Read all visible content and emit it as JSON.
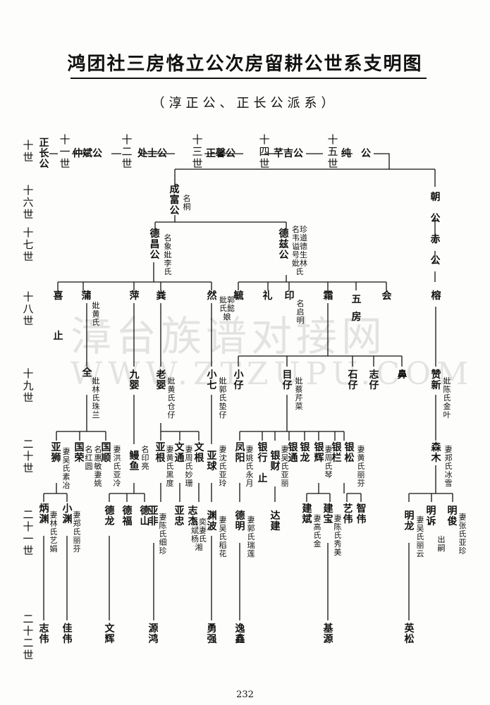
{
  "title": "鸿团社三房恪立公次房留耕公世系支明图",
  "subtitle": "（淳正公、正长公派系）",
  "page_number": "232",
  "watermark": {
    "cn": "漳台族谱对接网",
    "en": "WWW.ZTZUPU.COM"
  },
  "generations": [
    "十世",
    "十六世",
    "十七世",
    "十八世",
    "十九世",
    "二十世",
    "二十一世",
    "二十二世"
  ],
  "top": {
    "g10_name": "正长公",
    "g11": "十一世",
    "g11_name": "仲斌公",
    "g12": "十二世",
    "g12_name": "处士公",
    "g13": "十三世",
    "g13_name": "正馨公",
    "g14": "十四世",
    "g14_name": "芊吉公",
    "g15": "十五世",
    "g15_name": "纯　公"
  },
  "g16": {
    "a": "成富公",
    "a_note": "名桐",
    "b": "朝公赤公"
  },
  "g17": {
    "a": "德昌公",
    "a_note": "名象妣李氏",
    "b": "德兹公",
    "b_note": "名珍韦道谥德号生妣林氏"
  },
  "g18": {
    "a": "喜",
    "a_mark": "止",
    "b": "蒲",
    "b_note": "妣黄氏",
    "c": "萍",
    "d": "粪",
    "e": "然",
    "e_note": "妣郭氏懿娘",
    "f": "毓",
    "g": "礼",
    "h": "印",
    "h_note": "名启明",
    "i": "霜",
    "j": "五房",
    "k": "会",
    "l": "榕"
  },
  "g19": {
    "a": "全",
    "a_note": "妣林氏珠兰",
    "b": "九婴",
    "c": "老婴",
    "c_note": "妣黄氏仓仔",
    "d": "小七",
    "d_note": "妣郭氏垫仔",
    "e": "小仔",
    "f": "目仔",
    "f_note": "妣蔡芹菜",
    "g": "石仔",
    "h": "志仔",
    "i": "鼻",
    "j": "赞新",
    "j_note": "妣陈氏金叶"
  },
  "g20": {
    "a": "亚狮",
    "a_note": "妻吴氏素冶",
    "b": "国荣",
    "b_note": "名红圆",
    "c": "国顺",
    "c_note": "名惠敏妻姚",
    "c2_note": "妻洪氏亚冷",
    "d": "鳗鱼",
    "d_note": "名印亮",
    "e": "亚根",
    "e_note": "妻黄氏黑度",
    "f": "文通",
    "f_note": "妻周氏妙珊",
    "g": "文根",
    "h": "亚球",
    "h_note": "妻沈氏亚玲",
    "i": "凤阳",
    "i_note": "妻姚氏永月",
    "j": "银行",
    "j_mark": "止",
    "k": "银财",
    "k_note": "妻吴氏亚丽",
    "l": "银通",
    "m": "银龙",
    "n": "银辉",
    "n_note": "妻周氏琴",
    "o": "银栏",
    "p": "银松",
    "p_note": "妻黄氏丽芬",
    "q": "森木",
    "q_note": "妻郑氏冰雪"
  },
  "g21": {
    "a": "炳渊",
    "a_note": "妻林氏艺娟",
    "b": "小渊",
    "b_note": "妻郑氏丽芬",
    "c": "德龙",
    "d": "德福",
    "e": "德山",
    "f": "亚非",
    "f_note": "妻陈氏细珍",
    "g": "亚忠",
    "h": "志杰",
    "h_note": "名奕斌妻杨氏湘",
    "i": "渊波",
    "i_note": "妻吴氏稻花",
    "j": "德明",
    "j_note": "妻郭氏瑞莲",
    "k": "达建",
    "l": "建斌",
    "l_note": "妻高氏金",
    "m": "建宝",
    "m_note": "妻陈氏秀美",
    "n": "艺伟",
    "o": "智伟",
    "p": "明龙",
    "p_note": "妻吴氏丽云",
    "q": "明诉",
    "q_note": "出嗣",
    "r": "明俊",
    "r_note": "妻张氏亚珍"
  },
  "g22": {
    "a": "志伟",
    "b": "佳伟",
    "c": "文辉",
    "d": "源鸿",
    "e": "勇强",
    "f": "逸鑫",
    "g": "基源",
    "h": "英松"
  }
}
